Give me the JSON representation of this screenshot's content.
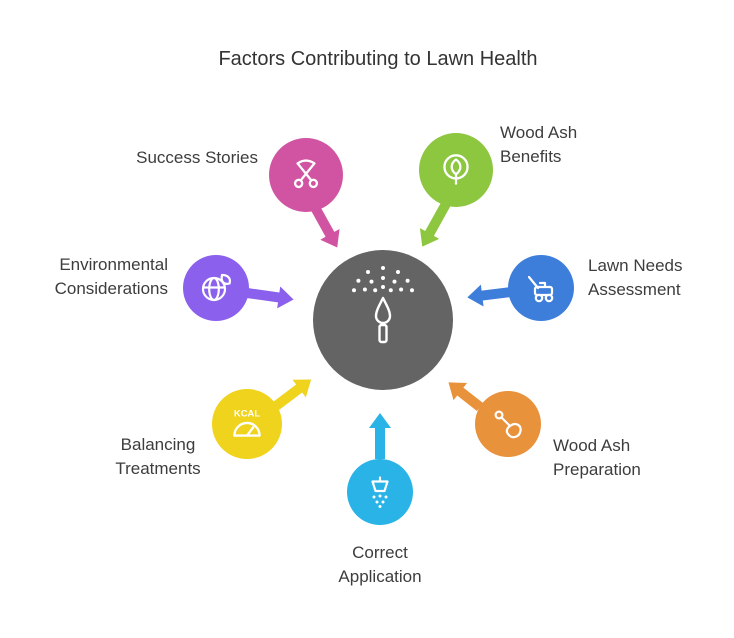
{
  "title": "Factors Contributing to Lawn Health",
  "center": {
    "icon": "sprinkler-icon",
    "color": "#646464"
  },
  "nodes": [
    {
      "id": "success-stories",
      "label": "Success Stories",
      "icon": "pruning-shears-icon",
      "color": "#d154a2"
    },
    {
      "id": "wood-ash-benefits",
      "label": "Wood Ash Benefits",
      "icon": "leaf-badge-icon",
      "color": "#8dc63f"
    },
    {
      "id": "lawn-needs-assessment",
      "label": "Lawn Needs Assessment",
      "icon": "lawn-mower-icon",
      "color": "#3d7edb"
    },
    {
      "id": "environmental-considerations",
      "label": "Environmental Considerations",
      "icon": "globe-leaf-icon",
      "color": "#8a60ec"
    },
    {
      "id": "balancing-treatments",
      "label": "Balancing Treatments",
      "icon": "kitchen-scale-icon",
      "icon_text": "KCAL",
      "color": "#efd31d"
    },
    {
      "id": "wood-ash-preparation",
      "label": "Wood Ash Preparation",
      "icon": "shovel-icon",
      "color": "#e8923c"
    },
    {
      "id": "correct-application",
      "label": "Correct Application",
      "icon": "spreader-icon",
      "color": "#29b3e6"
    }
  ]
}
